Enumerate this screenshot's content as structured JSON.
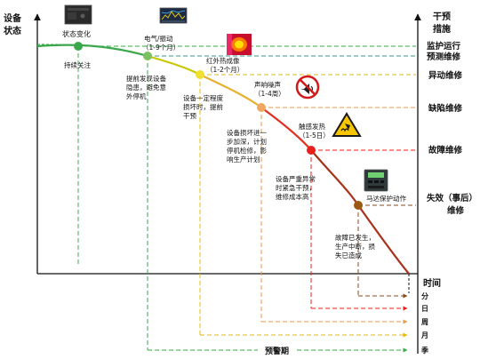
{
  "axes": {
    "y_title": [
      "设备",
      "状态"
    ],
    "x_title": "时间",
    "right_title": [
      "干预",
      "措施"
    ]
  },
  "actions": [
    {
      "label": "监护运行",
      "color": "#3aa84a"
    },
    {
      "label": "预测维修",
      "color": "#3a9a8a"
    },
    {
      "label": "异动维修",
      "color": "#e8b800"
    },
    {
      "label": "缺陷维修",
      "color": "#e69a50"
    },
    {
      "label": "故障维修",
      "color": "#e8201c"
    },
    {
      "label": "失效（事后）",
      "color": "#8b4a1a",
      "line2": "维修"
    }
  ],
  "stages": [
    {
      "title": [
        "状态变化"
      ],
      "note": [
        "持续关注"
      ]
    },
    {
      "title": [
        "电气/振动",
        "（1-9个月）"
      ],
      "note": [
        "提前发现设备",
        "隐患，避免意",
        "外停机"
      ]
    },
    {
      "title": [
        "红外热成像",
        "（1-2个月）"
      ],
      "note": [
        "设备一定程度",
        "损坏时，提前",
        "干预"
      ]
    },
    {
      "title": [
        "声响噪声",
        "（1-4周）"
      ],
      "note": [
        "设备损坏进一",
        "步加深，计划",
        "停机检修，影",
        "响生产计划"
      ]
    },
    {
      "title": [
        "触感发热",
        "（1-5日）"
      ],
      "note": [
        "设备严重异常",
        "时紧急干预，",
        "维修成本高"
      ]
    },
    {
      "title": [
        "马达保护动作"
      ],
      "note": [
        "故障已发生，",
        "生产中断，损",
        "失已造成"
      ]
    }
  ],
  "units": [
    "分",
    "日",
    "周",
    "月",
    "季"
  ],
  "bottom_label": "预警期",
  "icons": [
    "monitor-device-icon",
    "spectrum-analyzer-icon",
    "thermal-image-icon",
    "no-sound-icon",
    "hot-surface-warning-icon",
    "motor-protector-icon"
  ]
}
